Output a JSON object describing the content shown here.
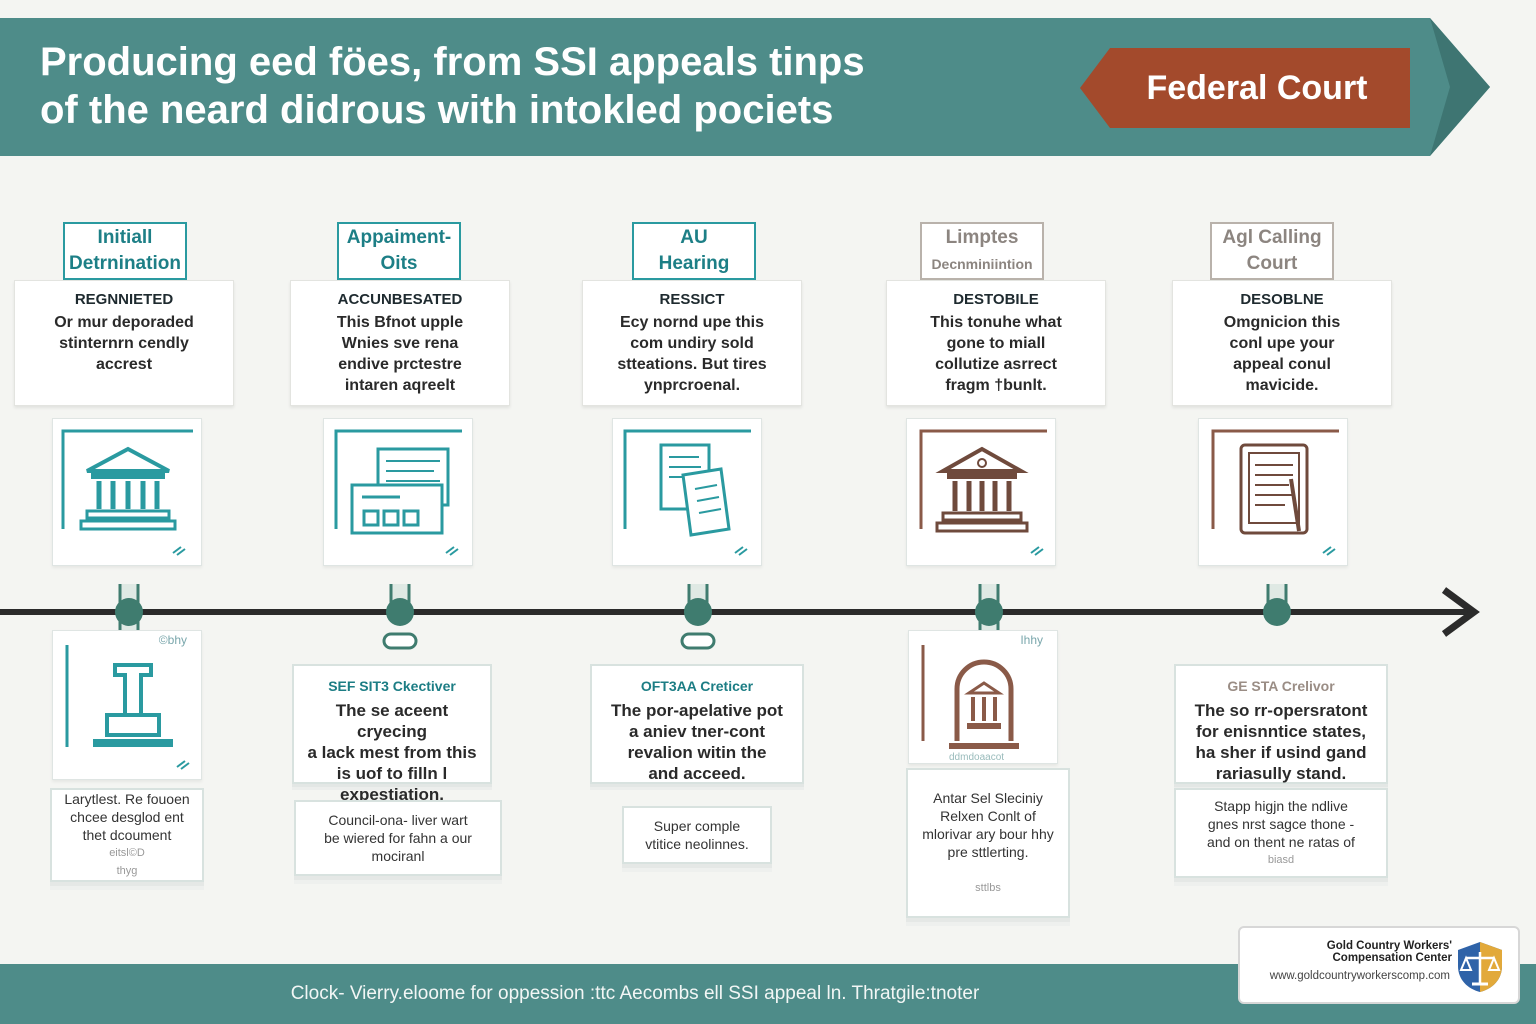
{
  "header": {
    "title_line1": "Producing eed föes, from SSI appeals tinps",
    "title_line2": "of the neard didrous with intokled pociets",
    "tag_label": "Federal Court"
  },
  "stages": [
    {
      "title": [
        "Initiall",
        "Detrnination"
      ],
      "label": "REGNNIETED",
      "desc": [
        "Or mur deporaded",
        "stinternrn cendly",
        "accrest"
      ],
      "icon": "government-building-icon",
      "accent": "#2a9aa0",
      "muted": false
    },
    {
      "title": [
        "Appaiment-",
        "Oits"
      ],
      "label": "ACCUNBESATED",
      "desc": [
        "This Bfnot upple",
        "Wnies sve rena",
        "endive prctestre",
        "intaren aqreelt"
      ],
      "icon": "documents-icon",
      "accent": "#2a9aa0",
      "muted": false
    },
    {
      "title": [
        "AU",
        "Hearing"
      ],
      "label": "RESSICT",
      "desc": [
        "Ecy nornd upe this",
        "com undiry sold",
        "stteations. But tires",
        "ynprcroenal."
      ],
      "icon": "hearing-papers-icon",
      "accent": "#2a9aa0",
      "muted": false
    },
    {
      "title": [
        "Limptes",
        "Decnminiintion"
      ],
      "label": "DESTOBILE",
      "desc": [
        "This tonuhe what",
        "gone to miall",
        "collutize asrrect",
        "fragm †bunlt."
      ],
      "icon": "courthouse-icon",
      "accent": "#8a5a48",
      "muted": true
    },
    {
      "title": [
        "Agl Calling",
        "Court"
      ],
      "label": "DESOBLNE",
      "desc": [
        "Omgnicion this",
        "conl upe your",
        "appeal conul",
        "mavicide."
      ],
      "icon": "court-document-icon",
      "accent": "#8a5a48",
      "muted": true
    }
  ],
  "lower_cards": [
    {
      "label": "SEF SIT3 Ckectiver",
      "desc": [
        "The se aceent cryecing",
        "a lack mest from this",
        "is uof to filln l",
        "expestiation."
      ]
    },
    {
      "label": "OFT3AA Creticer",
      "desc": [
        "The por-apelative pot",
        "a aniev tner-cont",
        "revalion witin the",
        "and acceed."
      ]
    },
    {
      "label": "GE STA Crelivor",
      "desc": [
        "The so rr-opersratont",
        "for enisnntice states,",
        "ha sher if usind gand",
        "rariasully stand."
      ]
    }
  ],
  "small_cards": [
    {
      "lines": [
        "Larytlest. Re fouoen",
        "chcee desglod ent",
        "thet dcoument"
      ],
      "extra": [
        "eitsl©D",
        "thyg"
      ]
    },
    {
      "lines": [
        "Council-ona- liver wart",
        "be wiered for fahn a our",
        "mociranl"
      ],
      "extra": []
    },
    {
      "lines": [
        "Super comple",
        "vtitice neolinnes."
      ],
      "extra": []
    },
    {
      "lines": [
        "Antar Sel Sleciniy",
        "Relxen Conlt of",
        "mlorivar ary bour hhy",
        "pre sttlerting."
      ],
      "extra": [
        "sttlbs"
      ]
    },
    {
      "lines": [
        "Stapp higjn the ndlive",
        "gnes nrst sagce thone -",
        "and on thent ne ratas of"
      ],
      "extra": [
        "biasd"
      ]
    }
  ],
  "scribbles": {
    "card1": "©bhy",
    "card4": "Ihhy",
    "card4_lower": "ddmdoaacot"
  },
  "footer": {
    "text": "Clock- Vierry.eloome for oppession :ttc Aecombs ell SSI appeal ln. Thratgile:tnoter"
  },
  "logo": {
    "name": "Gold Country Workers' Compensation Center",
    "url": "www.goldcountryworkerscomp.com",
    "icon": "scales-shield-icon"
  },
  "colors": {
    "teal": "#4e8c89",
    "teal_accent": "#2a9aa0",
    "court_tag": "#a34a2c",
    "timeline": "#2b2b2b",
    "node": "#3f7c6f"
  }
}
